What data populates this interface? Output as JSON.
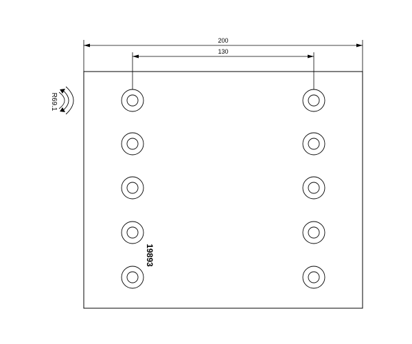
{
  "drawing": {
    "overall_width_label": "200",
    "hole_spacing_label": "130",
    "radius_label": "R69.1",
    "part_number": "19893",
    "hole_rows": 5,
    "hole_columns": 2,
    "line_color": "#000000",
    "background_color": "#ffffff"
  }
}
